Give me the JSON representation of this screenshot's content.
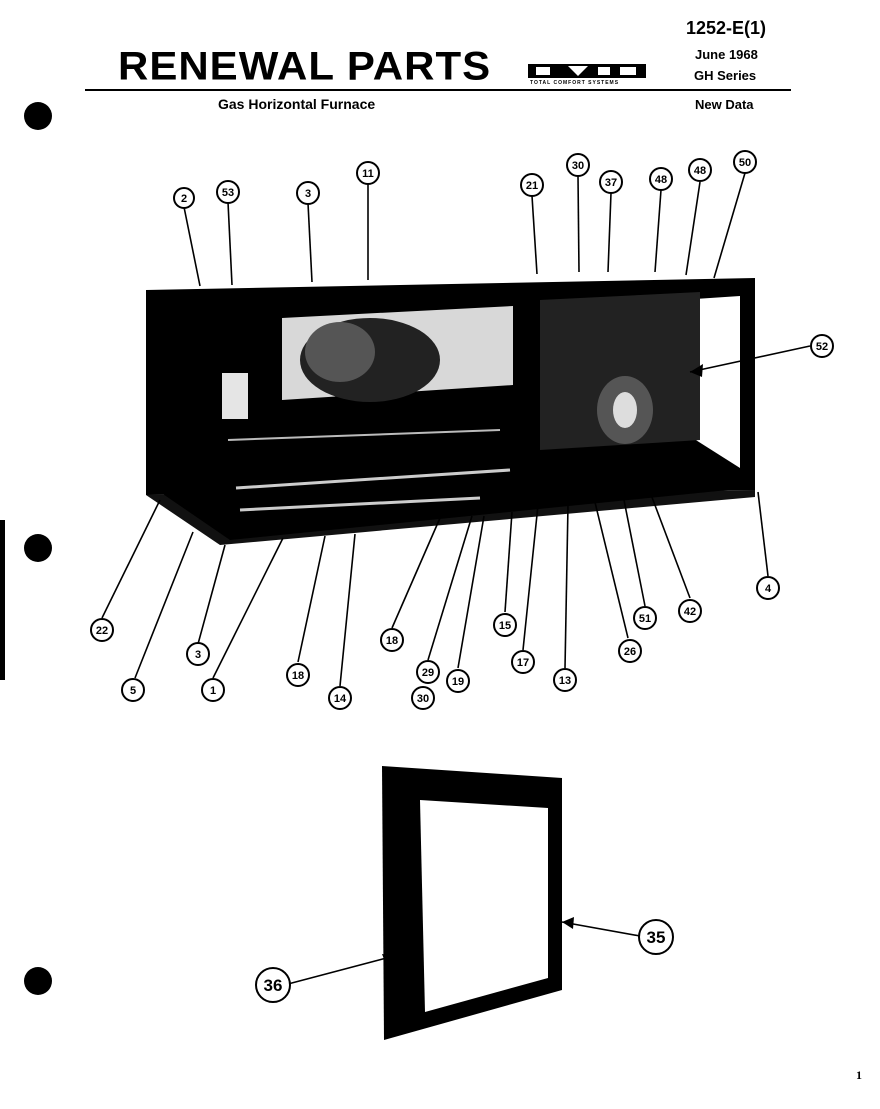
{
  "header": {
    "title": "RENEWAL PARTS",
    "subtitle": "Gas Horizontal Furnace",
    "doc_number": "1252-E(1)",
    "date": "June 1968",
    "series": "GH Series",
    "status": "New Data",
    "logo_tagline": "TOTAL COMFORT SYSTEMS"
  },
  "page": {
    "number": "1"
  },
  "callouts": {
    "c2": "2",
    "c53": "53",
    "c3a": "3",
    "c11": "11",
    "c21": "21",
    "c30a": "30",
    "c37": "37",
    "c48a": "48",
    "c48b": "48",
    "c50": "50",
    "c52": "52",
    "c4": "4",
    "c42": "42",
    "c51": "51",
    "c26": "26",
    "c13": "13",
    "c17": "17",
    "c15": "15",
    "c19": "19",
    "c29": "29",
    "c30b": "30",
    "c18a": "18",
    "c14": "14",
    "c18b": "18",
    "c1": "1",
    "c3b": "3",
    "c5": "5",
    "c22": "22",
    "c35": "35",
    "c36": "36"
  }
}
